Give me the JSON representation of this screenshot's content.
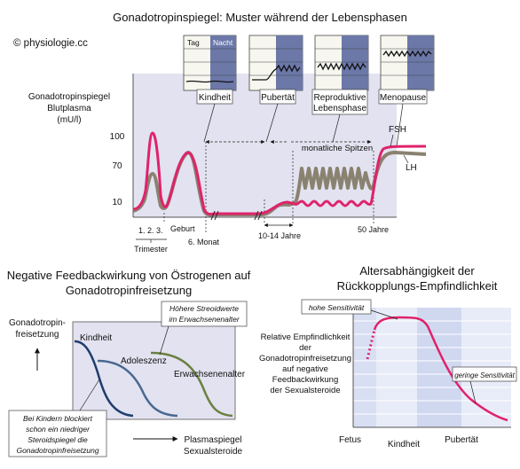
{
  "top": {
    "title": "Gonadotropinspiegel: Muster während der Lebensphasen",
    "copyright": "© physiologie.cc",
    "ylabel": [
      "Gonadotropinspiegel",
      "Blutplasma",
      "(mU/l)"
    ],
    "yticks": [
      "100",
      "70",
      "10"
    ],
    "phases": [
      {
        "tag": "Tag",
        "nacht": "Nacht",
        "label": [
          "Kindheit"
        ]
      },
      {
        "tag": "",
        "nacht": "",
        "label": [
          "Pubertät"
        ]
      },
      {
        "tag": "",
        "nacht": "",
        "label": [
          "Reproduktive",
          "Lebensphase"
        ]
      },
      {
        "tag": "",
        "nacht": "",
        "label": [
          "Menopause"
        ]
      }
    ],
    "annotations": {
      "monatliche_spitzen": "monatliche Spitzen",
      "fsh": "FSH",
      "lh": "LH",
      "trimester_numbers": "1.  2.  3.",
      "trimester": "Trimester",
      "geburt": "Geburt",
      "sechs_monat": "6. Monat",
      "jahre_10_14": "10-14 Jahre",
      "jahre_50": "50 Jahre"
    },
    "colors": {
      "fsh": "#e0226b",
      "lh": "#8a8270",
      "nacht": "#6b78a8",
      "plot_bg": "#e2e2f0"
    }
  },
  "bottom_left": {
    "title": [
      "Negative Feedbackwirkung von Östrogenen auf",
      "Gonadotropinfreisetzung"
    ],
    "ylabel": [
      "Gonadotropin-",
      "freisetzung"
    ],
    "xlabel": [
      "Plasmaspiegel",
      "Sexualsteroide"
    ],
    "curves": [
      "Kindheit",
      "Adoleszenz",
      "Erwachsenenalter"
    ],
    "callout_top": [
      "Höhere Streoidwerte",
      "im Erwachsenenalter"
    ],
    "callout_bottom": [
      "Bei Kindern blockiert",
      "schon ein niedriger",
      "Steroidspiegel die",
      "Gonadotropinfreisetzung"
    ]
  },
  "bottom_right": {
    "title": [
      "Altersabhängigkeit der",
      "Rückkopplungs-Empfindlichkeit"
    ],
    "ylabel": [
      "Relative Empfindlichkeit",
      "der",
      "Gonadotropinfreisetzung",
      "auf negative",
      "Feedbackwirkung",
      "der Sexualsteroide"
    ],
    "callout_high": "hohe Sensitivität",
    "callout_low": "geringe Sensitivität",
    "xlabels": [
      "Fetus",
      "Kindheit",
      "Pubertät"
    ]
  }
}
